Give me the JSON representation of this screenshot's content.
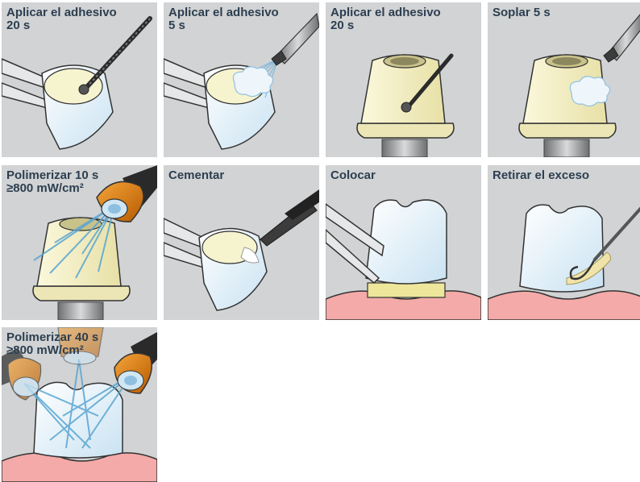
{
  "steps": [
    {
      "line1": "Aplicar el adhesivo",
      "line2": "20 s"
    },
    {
      "line1": "Aplicar el adhesivo",
      "line2": "5 s"
    },
    {
      "line1": "Aplicar el adhesivo",
      "line2": "20 s"
    },
    {
      "line1": "Soplar 5 s",
      "line2": ""
    },
    {
      "line1": "Polimerizar 10 s",
      "line2": "≥800 mW/cm²"
    },
    {
      "line1": "Cementar",
      "line2": ""
    },
    {
      "line1": "Colocar",
      "line2": ""
    },
    {
      "line1": "Retirar el exceso",
      "line2": ""
    },
    {
      "line1": "Polimerizar 40 s",
      "line2": "≥800 mW/cm²"
    }
  ],
  "colors": {
    "panel_bg": "#d1d3d4",
    "caption": "#2d3e50",
    "gingiva": "#f0a8a8",
    "abutment": "#f3efc3",
    "crown": "#e6f2fa",
    "lamp": "#e07a10"
  }
}
